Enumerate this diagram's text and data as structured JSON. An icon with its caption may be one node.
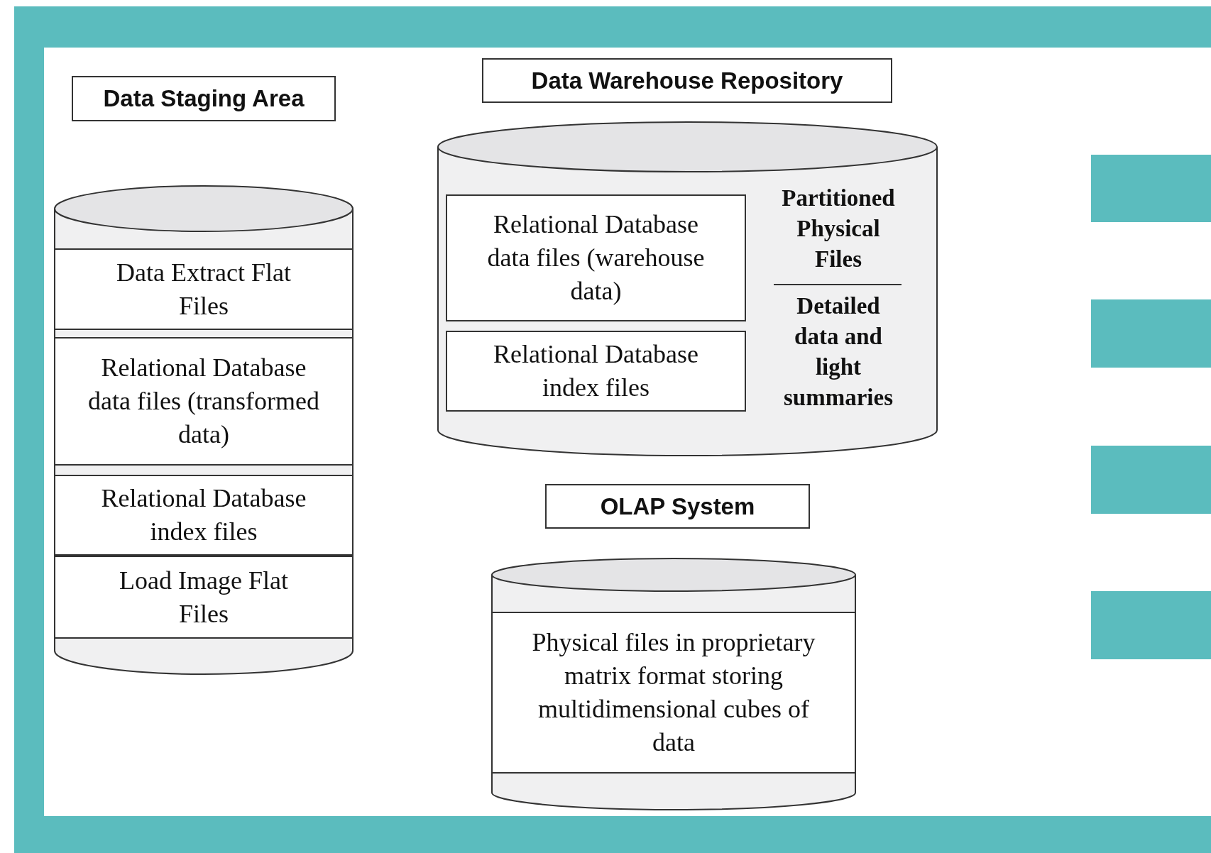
{
  "diagram": {
    "nodes": [
      {
        "text": [
          "Data Staging Area"
        ]
      },
      {
        "text": [
          "Data Extract Flat Files"
        ],
        "in": 0
      },
      {
        "text": [
          "Relational Database data files (transformed data)"
        ],
        "in": 0
      },
      {
        "text": [
          "Relational Database index files"
        ],
        "in": 0
      },
      {
        "text": [
          "Load Image Flat Files"
        ],
        "in": 0
      },
      {
        "text": [
          "Data Warehouse Repository",
          "Partitioned Physical Files",
          "Detailed data and light summaries"
        ]
      },
      {
        "text": [
          "Relational Database data files (warehouse data)"
        ],
        "in": 5
      },
      {
        "text": [
          "Relational Database index files"
        ],
        "in": 5
      },
      {
        "text": [
          "OLAP System"
        ]
      },
      {
        "text": [
          "Physical files in proprietary matrix format storing multidimensional cubes of data"
        ],
        "in": 8
      }
    ]
  }
}
